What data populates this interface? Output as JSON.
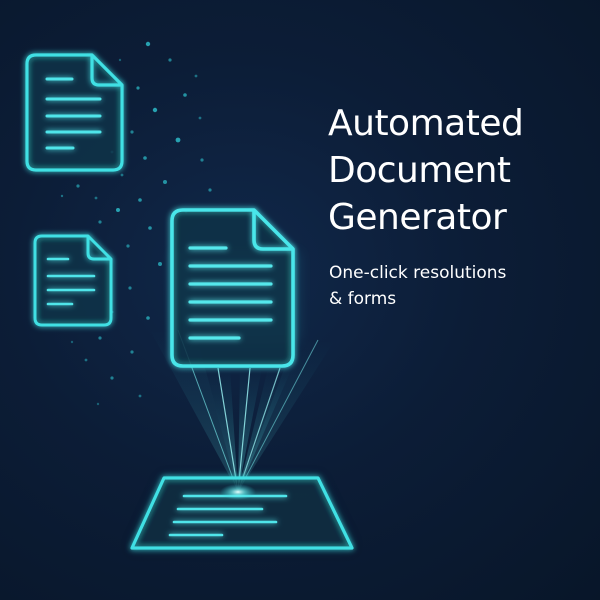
{
  "headline": {
    "line1": "Automated",
    "line2": "Document",
    "line3": "Generator"
  },
  "subhead": {
    "line1": "One-click resolutions",
    "line2": "& forms"
  },
  "colors": {
    "background": "#0b1a30",
    "accent": "#3fe0e4",
    "text": "#ffffff"
  },
  "icons": [
    "document-icon",
    "document-icon",
    "document-icon",
    "platform-icon"
  ]
}
